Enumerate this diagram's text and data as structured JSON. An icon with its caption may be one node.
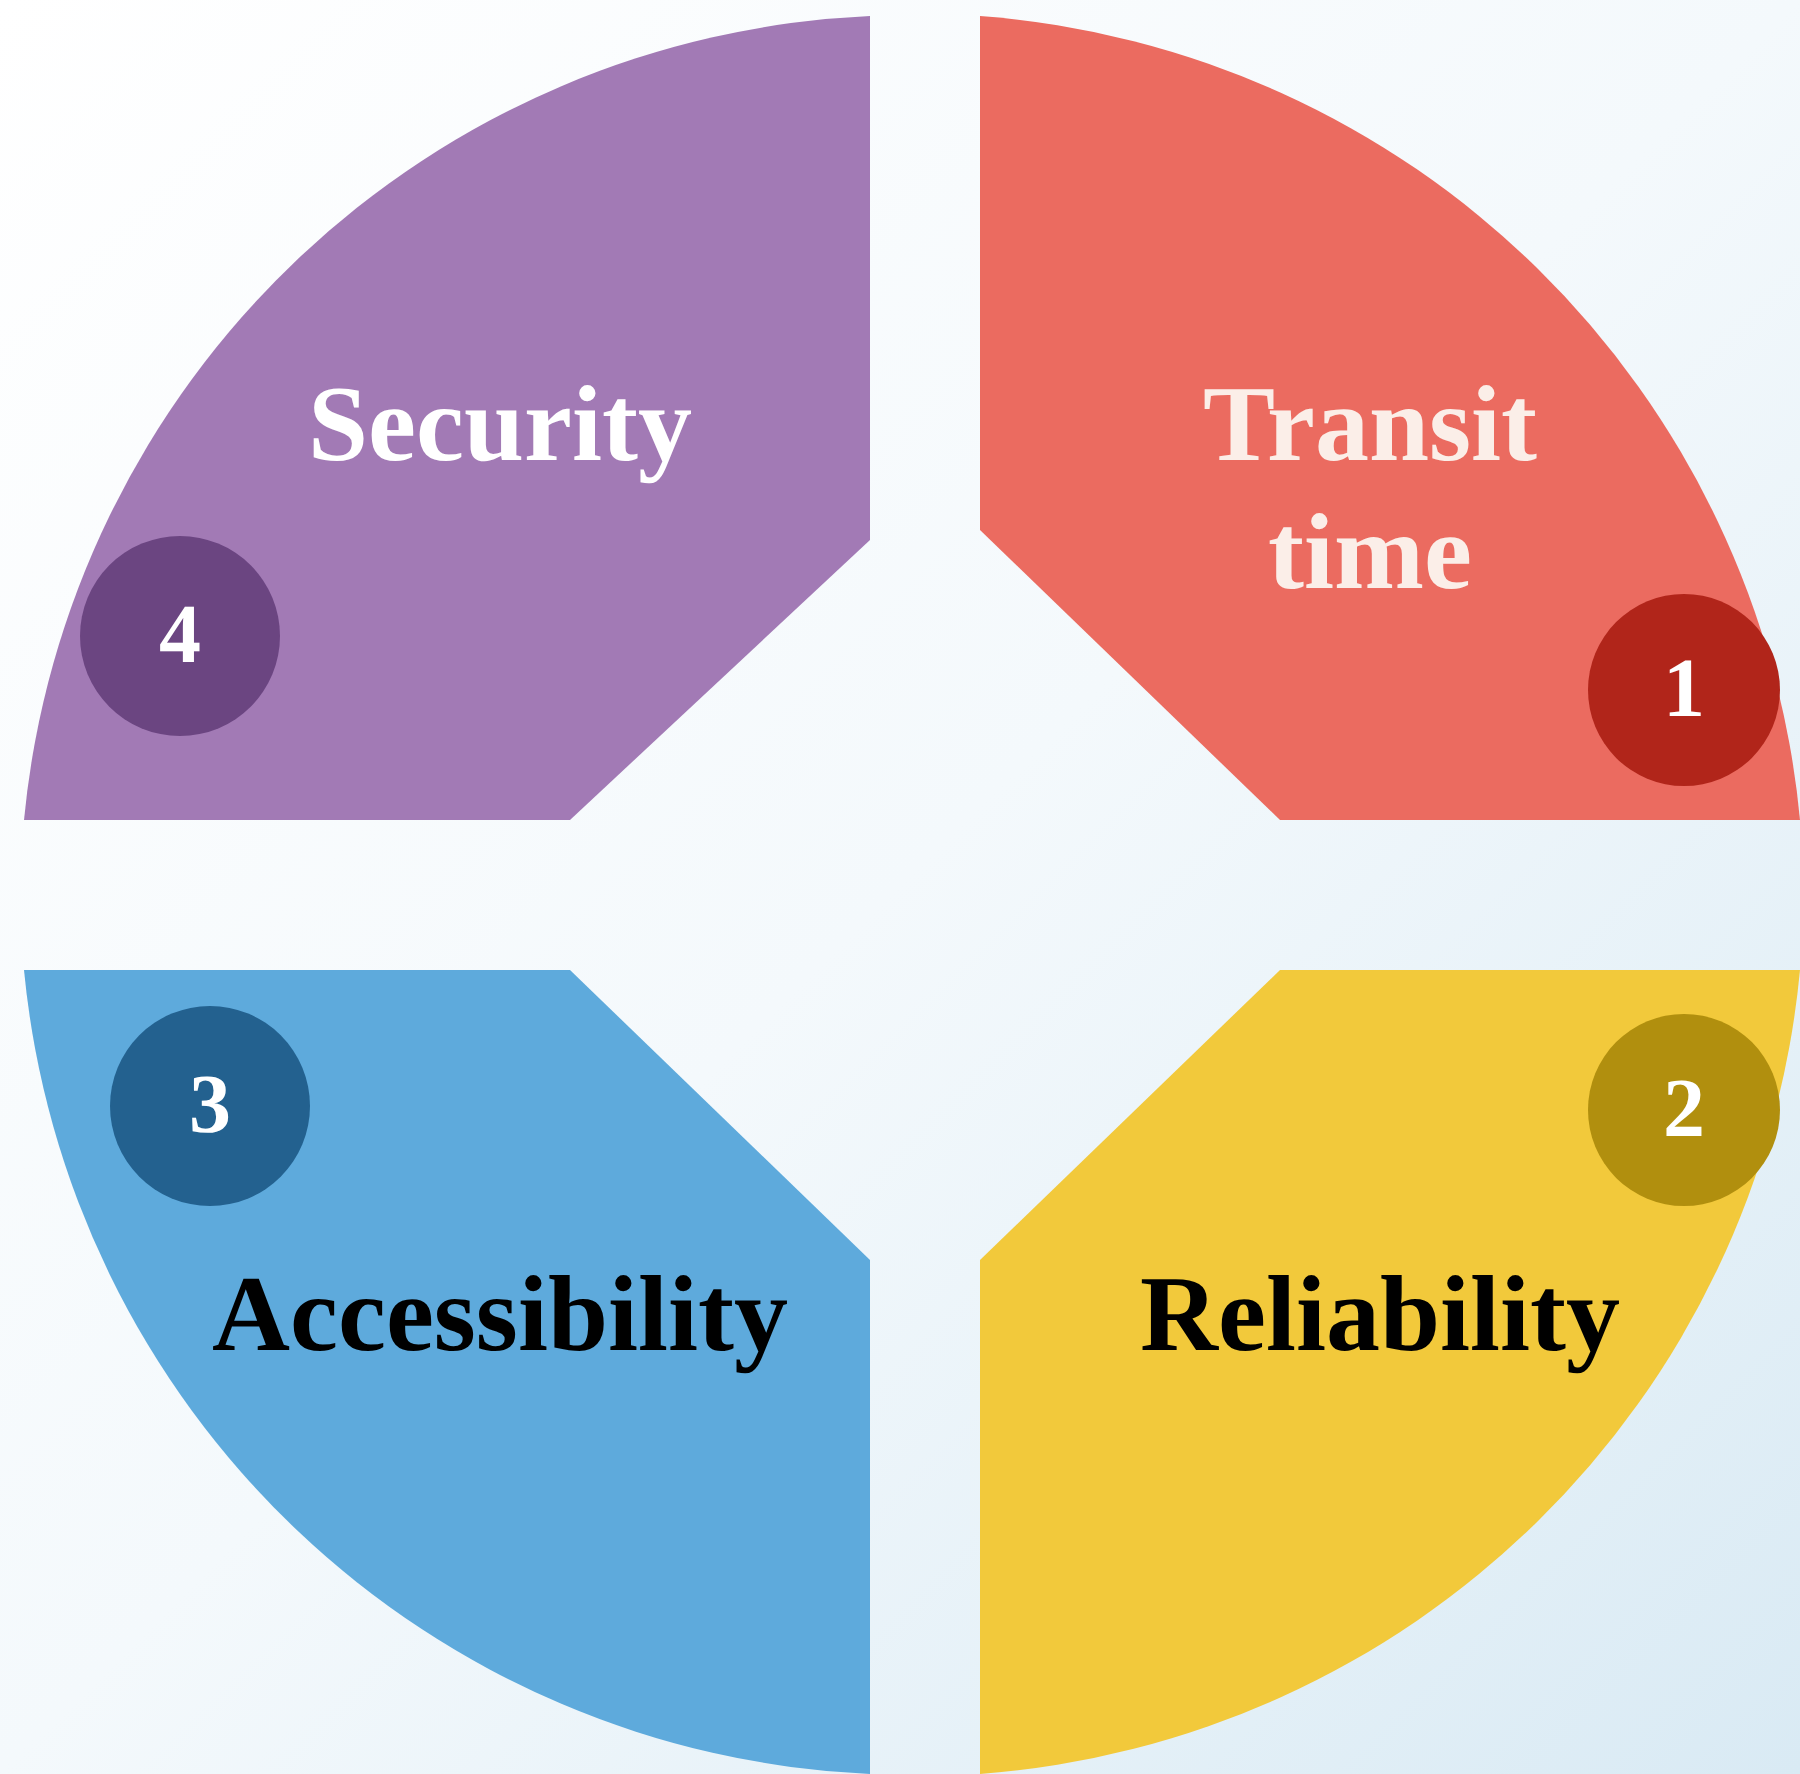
{
  "diagram": {
    "nodes": [
      {
        "text": [
          "Security"
        ]
      },
      {
        "text": [
          "4"
        ],
        "in": 0
      },
      {
        "text": [
          "Transit time"
        ]
      },
      {
        "text": [
          "1"
        ],
        "in": 2
      },
      {
        "text": [
          "Accessibility"
        ]
      },
      {
        "text": [
          "3"
        ],
        "in": 4
      },
      {
        "text": [
          "Reliability"
        ]
      },
      {
        "text": [
          "2"
        ],
        "in": 6
      }
    ]
  }
}
